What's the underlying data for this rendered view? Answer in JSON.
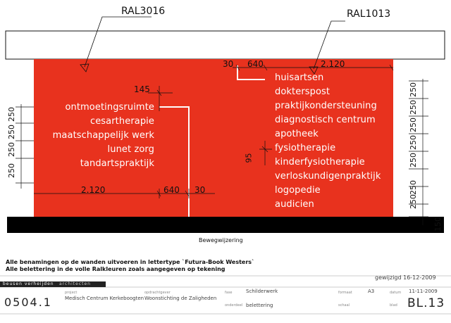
{
  "colors": {
    "wall": "#e8321e",
    "sign_text": "#ffffff",
    "floor": "#000000",
    "lines": "#111111"
  },
  "callouts": {
    "left_ral": "RAL3016",
    "right_ral": "RAL1013"
  },
  "signs_left": [
    "ontmoetingsruimte",
    "cesartherapie",
    "maatschappelijk werk",
    "lunet zorg",
    "tandartspraktijk"
  ],
  "signs_right": [
    "huisartsen",
    "dokterspost",
    "praktijkondersteuning",
    "diagnostisch centrum",
    "apotheek",
    "fysiotherapie",
    "kinderfysiotherapie",
    "verloskundigenpraktijk",
    "logopedie",
    "audicien"
  ],
  "dimensions": {
    "top_30": "30",
    "top_640": "640",
    "top_2120": "2.120",
    "left_145": "145",
    "right_95": "95",
    "bottom_2120": "2.120",
    "bottom_640": "640",
    "bottom_30": "30",
    "left_vertical": [
      "250",
      "250",
      "250",
      "250"
    ],
    "right_vertical": [
      "250",
      "250",
      "250",
      "250",
      "250",
      "250",
      "250",
      "150"
    ]
  },
  "caption": "Bewegwijzering",
  "notes": [
    "Alle benamingen op de wanden uitvoeren in lettertype `Futura-Book Westers`",
    "Alle belettering in de volle Ralkleuren zoals aangegeven op tekening"
  ],
  "title_block": {
    "revised": "gewijzigd 16-12-2009",
    "firm_name": "beusen verheijden",
    "firm_sub": "architecten",
    "project_number": "0504.1",
    "project_label": "project",
    "project_value": "Medisch Centrum Kerkeboogten",
    "client_label": "opdrachtgever",
    "client_value": "Woonstichting de Zaligheden",
    "phase_label": "fase",
    "phase_value": "Schilderwerk",
    "subject_label": "onderdeel",
    "subject_value": "belettering",
    "format_label": "formaat",
    "format_value": "A3",
    "scale_label": "schaal",
    "scale_value": "",
    "date_label": "datum",
    "date_value": "11-11-2009",
    "sheet_label": "blad",
    "sheet_value": "BL.13"
  }
}
